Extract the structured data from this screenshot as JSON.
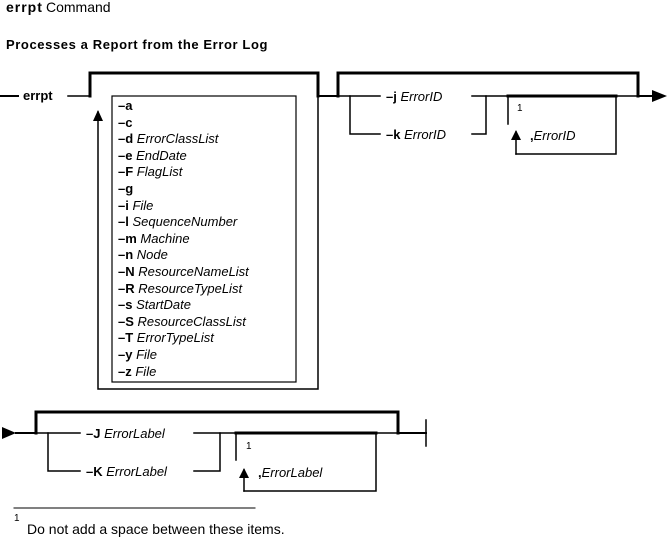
{
  "header": {
    "command_name": "errpt",
    "command_suffix": " Command",
    "subtitle": "Processes a Report from the Error Log"
  },
  "syntax": {
    "command": "errpt",
    "flags": [
      {
        "flag": "–a",
        "param": ""
      },
      {
        "flag": "–c",
        "param": ""
      },
      {
        "flag": "–d",
        "param": "ErrorClassList"
      },
      {
        "flag": "–e",
        "param": "EndDate"
      },
      {
        "flag": "–F",
        "param": "FlagList"
      },
      {
        "flag": "–g",
        "param": ""
      },
      {
        "flag": "–i",
        "param": "File"
      },
      {
        "flag": "–l",
        "param": "SequenceNumber"
      },
      {
        "flag": "–m",
        "param": "Machine"
      },
      {
        "flag": "–n",
        "param": "Node"
      },
      {
        "flag": "–N",
        "param": "ResourceNameList"
      },
      {
        "flag": "–R",
        "param": "ResourceTypeList"
      },
      {
        "flag": "–s",
        "param": "StartDate"
      },
      {
        "flag": "–S",
        "param": "ResourceClassList"
      },
      {
        "flag": "–T",
        "param": "ErrorTypeList"
      },
      {
        "flag": "–y",
        "param": "File"
      },
      {
        "flag": "–z",
        "param": "File"
      }
    ],
    "id_choice": [
      {
        "flag": "–j",
        "param": "ErrorID"
      },
      {
        "flag": "–k",
        "param": "ErrorID"
      }
    ],
    "id_repeat": ",ErrorID",
    "label_choice": [
      {
        "flag": "–J",
        "param": "ErrorLabel"
      },
      {
        "flag": "–K",
        "param": "ErrorLabel"
      }
    ],
    "label_repeat": ",ErrorLabel",
    "footnote_marker": "1"
  },
  "footnote": {
    "marker": "1",
    "text": "Do not add a space between these items."
  }
}
